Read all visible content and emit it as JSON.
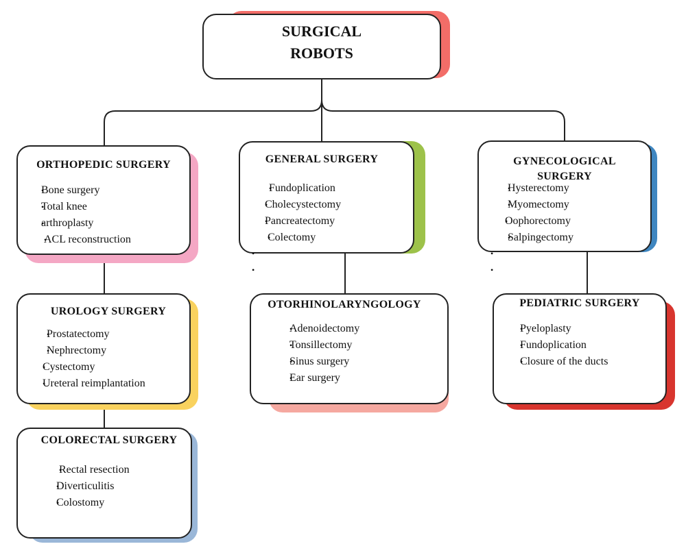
{
  "root": {
    "title_line1": "SURGICAL",
    "title_line2": "ROBOTS",
    "shadow_color": "#f26d68"
  },
  "categories": {
    "orthopedic": {
      "title": "ORTHOPEDIC SURGERY",
      "shadow_color": "#f4a7c4",
      "items": [
        "Bone surgery",
        "Total knee",
        "arthroplasty",
        "ACL reconstruction"
      ]
    },
    "general": {
      "title": "GENERAL SURGERY",
      "shadow_color": "#9dc24a",
      "items": [
        "Fundoplication",
        "Cholecystectomy",
        "Pancreatectomy",
        "Colectomy"
      ]
    },
    "gynecological": {
      "title_line1": "GYNECOLOGICAL",
      "title_line2": "SURGERY",
      "shadow_color": "#3f86c0",
      "items": [
        "Hysterectomy",
        "Myomectomy",
        "Oophorectomy",
        "Salpingectomy"
      ]
    },
    "urology": {
      "title": "UROLOGY SURGERY",
      "shadow_color": "#f9d25e",
      "items": [
        "Prostatectomy",
        "Nephrectomy",
        "Cystectomy",
        "Ureteral reimplantation"
      ]
    },
    "otorhinolaryngology": {
      "title": "OTORHINOLARYNGOLOGY",
      "shadow_color": "#f5a8a0",
      "items": [
        "Adenoidectomy",
        "Tonsillectomy",
        "Sinus surgery",
        "Ear surgery"
      ]
    },
    "pediatric": {
      "title": "PEDIATRIC SURGERY",
      "shadow_color": "#d8352e",
      "items": [
        "Pyeloplasty",
        "Fundoplication",
        "Closure of the ducts"
      ]
    },
    "colorectal": {
      "title": "COLORECTAL SURGERY",
      "shadow_color": "#9ab7d8",
      "items": [
        "Rectal resection",
        "Diverticulitis",
        "Colostomy"
      ]
    }
  },
  "connector_color": "#222222"
}
